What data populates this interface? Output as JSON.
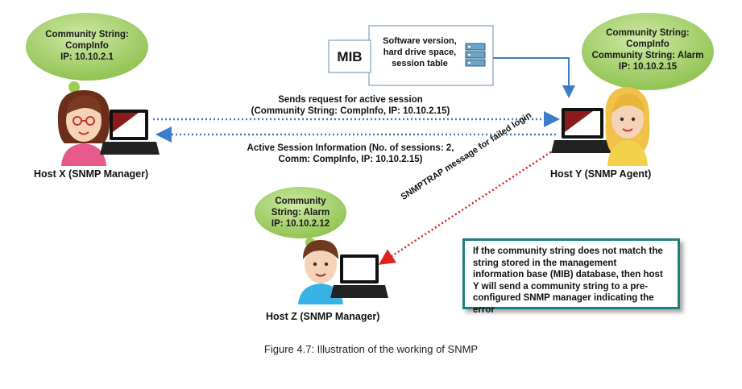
{
  "bubbles": {
    "host_x": [
      "Community String:",
      "CompInfo",
      "IP: 10.10.2.1"
    ],
    "host_y": [
      "Community String:",
      "CompInfo",
      "Community String: Alarm",
      "IP: 10.10.2.15"
    ],
    "host_z": [
      "Community",
      "String: Alarm",
      "IP: 10.10.2.12"
    ]
  },
  "hosts": {
    "x": "Host X (SNMP Manager)",
    "y": "Host Y (SNMP Agent)",
    "z": "Host Z (SNMP Manager)"
  },
  "mib": {
    "tag": "MIB",
    "description": [
      "Software version,",
      "hard drive space,",
      "session table"
    ]
  },
  "arrows": {
    "request": [
      "Sends request for active session",
      "(Community String: CompInfo, IP: 10.10.2.15)"
    ],
    "response": [
      "Active Session Information (No. of sessions: 2,",
      "Comm: CompInfo, IP: 10.10.2.15)"
    ],
    "trap": "SNMPTRAP message for failed login"
  },
  "note": "If the community string does not match the string stored in the management information base (MIB) database, then host Y will send a community string to a pre-configured SNMP manager indicating the error",
  "caption": "Figure 4.7: Illustration of the working of SNMP",
  "colors": {
    "bubble": "#9acd57",
    "arrow_blue": "#3d7cc9",
    "arrow_red": "#e02020",
    "note_border": "#1f7f7f"
  }
}
